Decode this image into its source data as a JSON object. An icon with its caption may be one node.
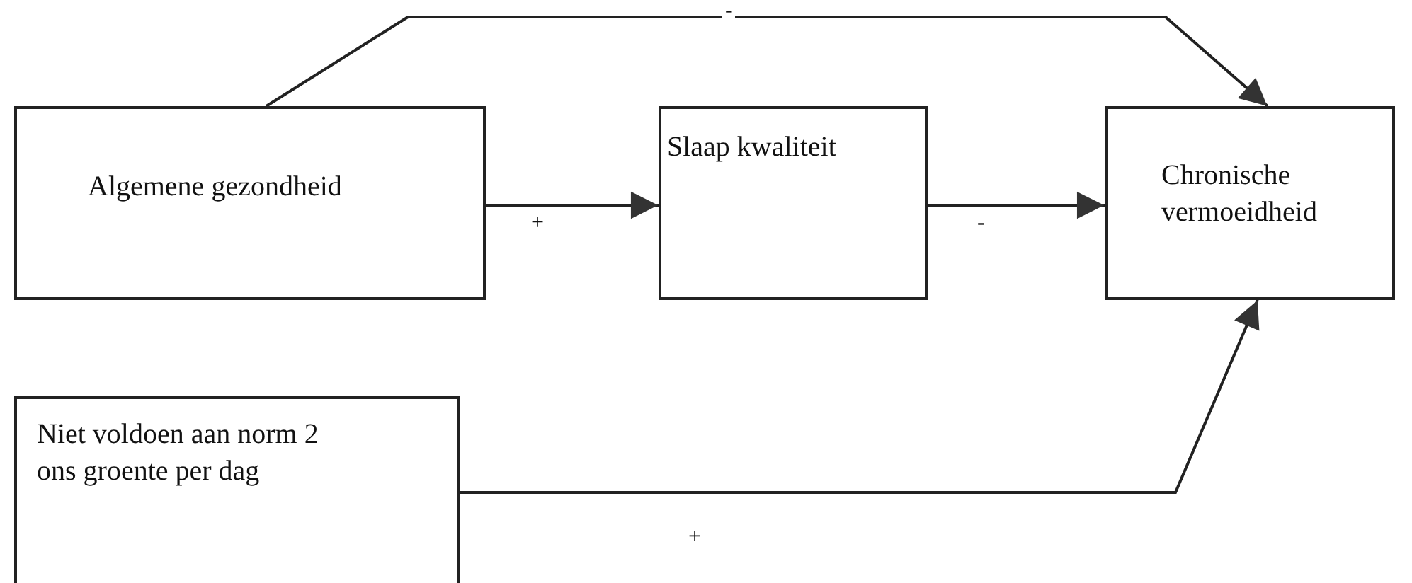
{
  "diagram": {
    "nodes": [
      {
        "text": [
          "Algemene gezondheid"
        ]
      },
      {
        "text": [
          "Slaap kwaliteit"
        ]
      },
      {
        "text": [
          "Chronische vermoeidheid"
        ]
      },
      {
        "text": [
          "Niet voldoen aan norm 2 ons groente per dag"
        ]
      }
    ],
    "edges": [
      {
        "from": 0,
        "to": 2,
        "arrow": "to",
        "label": "-"
      },
      {
        "from": 0,
        "to": 1,
        "arrow": "to",
        "label": "+"
      },
      {
        "from": 1,
        "to": 2,
        "arrow": "to",
        "label": "-"
      },
      {
        "from": 3,
        "to": 2,
        "arrow": "to",
        "label": "+"
      }
    ]
  }
}
